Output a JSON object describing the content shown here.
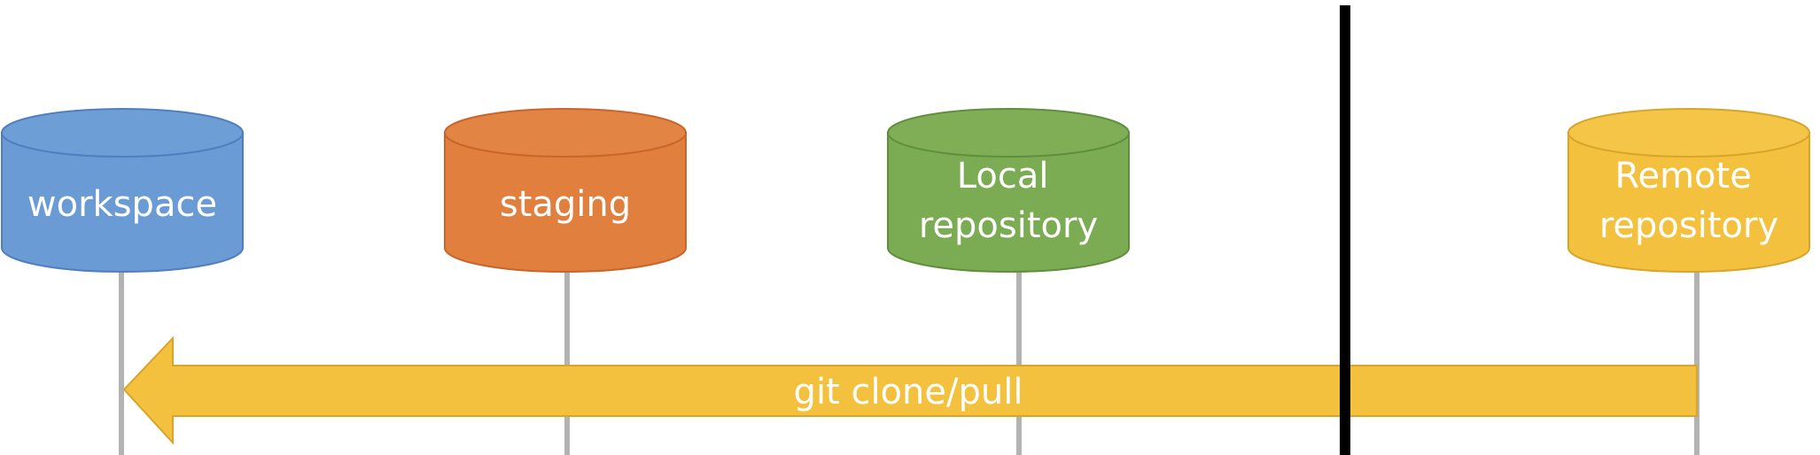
{
  "nodes": [
    {
      "id": "workspace",
      "lines": [
        "workspace"
      ],
      "fill": "#6a9bd4",
      "stroke": "#4f7fbe",
      "top_fill": "#6d9ed6"
    },
    {
      "id": "staging",
      "lines": [
        "staging"
      ],
      "fill": "#e07f3e",
      "stroke": "#c9652a",
      "top_fill": "#e28444"
    },
    {
      "id": "local-repository",
      "lines": [
        "Local",
        "repository"
      ],
      "fill": "#7bab52",
      "stroke": "#5f8f3c",
      "top_fill": "#80ae57"
    },
    {
      "id": "remote-repository",
      "lines": [
        "Remote",
        "repository"
      ],
      "fill": "#f4c13e",
      "stroke": "#d8a52a",
      "top_fill": "#f5c548"
    }
  ],
  "arrow": {
    "label": "git clone/pull",
    "fill": "#f4c13e",
    "stroke": "#d8a52a",
    "from": "remote-repository",
    "to": "workspace"
  },
  "colors": {
    "connector": "#b3b3b3",
    "divider": "#000000",
    "text": "#ffffff"
  }
}
